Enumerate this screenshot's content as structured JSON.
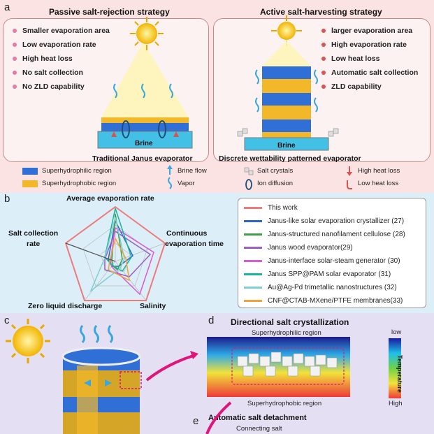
{
  "panel_a": {
    "letter": "a",
    "left": {
      "title": "Passive salt-rejection strategy",
      "bullets": [
        "Smaller evaporation area",
        "Low evaporation rate",
        "High heat loss",
        "No salt collection",
        "No ZLD capability"
      ],
      "brine": "Brine",
      "caption": "Traditional Janus evaporator"
    },
    "right": {
      "title": "Active salt-harvesting strategy",
      "bullets": [
        "larger evaporation area",
        "High evaporation rate",
        "Low heat loss",
        "Automatic salt collection",
        "ZLD capability"
      ],
      "brine": "Brine",
      "caption": "Discrete wettability patterned evaporator"
    },
    "legend": {
      "superhydrophilic": "Superhydrophilic region",
      "superhydrophobic": "Superhydrophobic region",
      "brine_flow": "Brine flow",
      "vapor": "Vapor",
      "salt_crystals": "Salt crystals",
      "ion_diffusion": "Ion diffusion",
      "high_heat_loss": "High heat loss",
      "low_heat_loss": "Low heat loss"
    }
  },
  "panel_b": {
    "letter": "b",
    "axes": [
      "Average evaporation rate",
      "Continuous evaporation time",
      "Salinity",
      "Zero liquid discharge",
      "Salt collection rate"
    ],
    "axis_labels": {
      "avg": "Average evaporation rate",
      "cont_1": "Continuous",
      "cont_2": "evaporation time",
      "salinity": "Salinity",
      "zld": "Zero liquid discharge",
      "salt_1": "Salt collection",
      "salt_2": "rate"
    },
    "series": [
      {
        "name": "This work",
        "color": "#ee7b7b"
      },
      {
        "name": "Janus-like solar evaporation crystallizer (27)",
        "color": "#2f63c6"
      },
      {
        "name": "Janus-structured nanofilament cellulose (28)",
        "color": "#3f9e47"
      },
      {
        "name": "Janus wood evaporator(29)",
        "color": "#9b5fc9"
      },
      {
        "name": "Janus-interface solar-steam generator (30)",
        "color": "#d85ad6"
      },
      {
        "name": "Janus SPP@PAM solar evaporator (31)",
        "color": "#19b59a"
      },
      {
        "name": "Au@Ag-Pd trimetallic nanostructures (32)",
        "color": "#7fcfd0"
      },
      {
        "name": "CNF@CTAB-MXene/PTFE membranes(33)",
        "color": "#f0a23e"
      }
    ]
  },
  "panel_c": {
    "letter": "c",
    "d_letter": "d",
    "d_title": "Directional salt crystallization",
    "d_top": "Superhydrophilic region",
    "d_bottom": "Superhydrophobic region",
    "temp_label": "Temperature",
    "temp_low": "low",
    "temp_high": "High",
    "e_letter": "e",
    "e_title": "Automatic salt detachment",
    "e_sub": "Connecting salt"
  },
  "colors": {
    "superhydrophilic": "#2f6fd6",
    "superhydrophobic": "#f2b829",
    "brine": "#43c0e6",
    "high_heat": "#d9534f"
  }
}
